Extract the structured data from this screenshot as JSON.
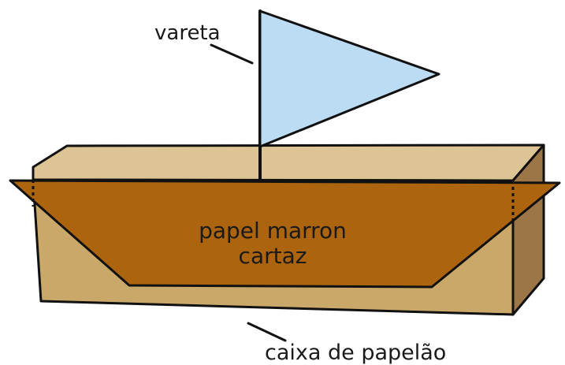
{
  "labels": {
    "stick": "vareta",
    "paper_line1": "papel marron",
    "paper_line2": "cartaz",
    "box": "caixa de papelão"
  },
  "colors": {
    "sail": "#bcdcf4",
    "paper": "#ad640e",
    "box_front": "#c9a86a",
    "box_top": "#ddc494",
    "box_side": "#9d7648",
    "stroke": "#111111"
  }
}
